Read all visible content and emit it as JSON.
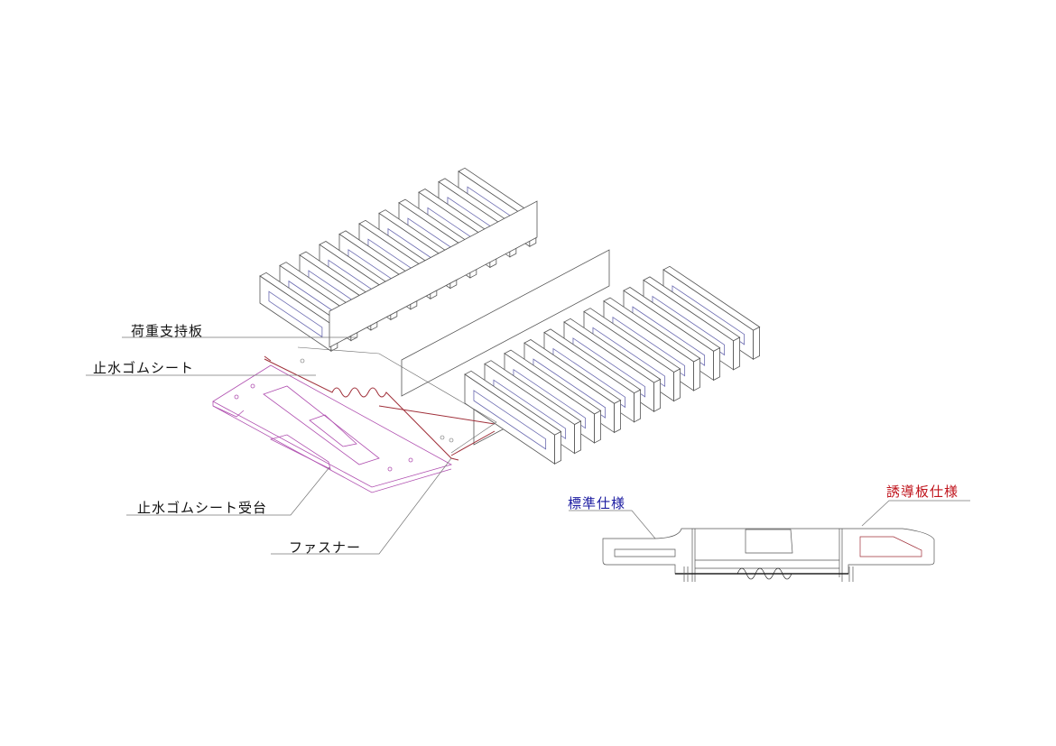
{
  "labels": {
    "load_plate": "荷重支持板",
    "rubber_sheet": "止水ゴムシート",
    "rubber_sheet_base": "止水ゴムシート受台",
    "fastener": "ファスナー",
    "standard_spec": "標準仕様",
    "guide_plate_spec": "誘導板仕様"
  },
  "colors": {
    "structure": "#6a6a8a",
    "rubber": "#a0303a",
    "base": "#b050b0",
    "standard": "#1a1aa0",
    "guide": "#c0141c"
  }
}
